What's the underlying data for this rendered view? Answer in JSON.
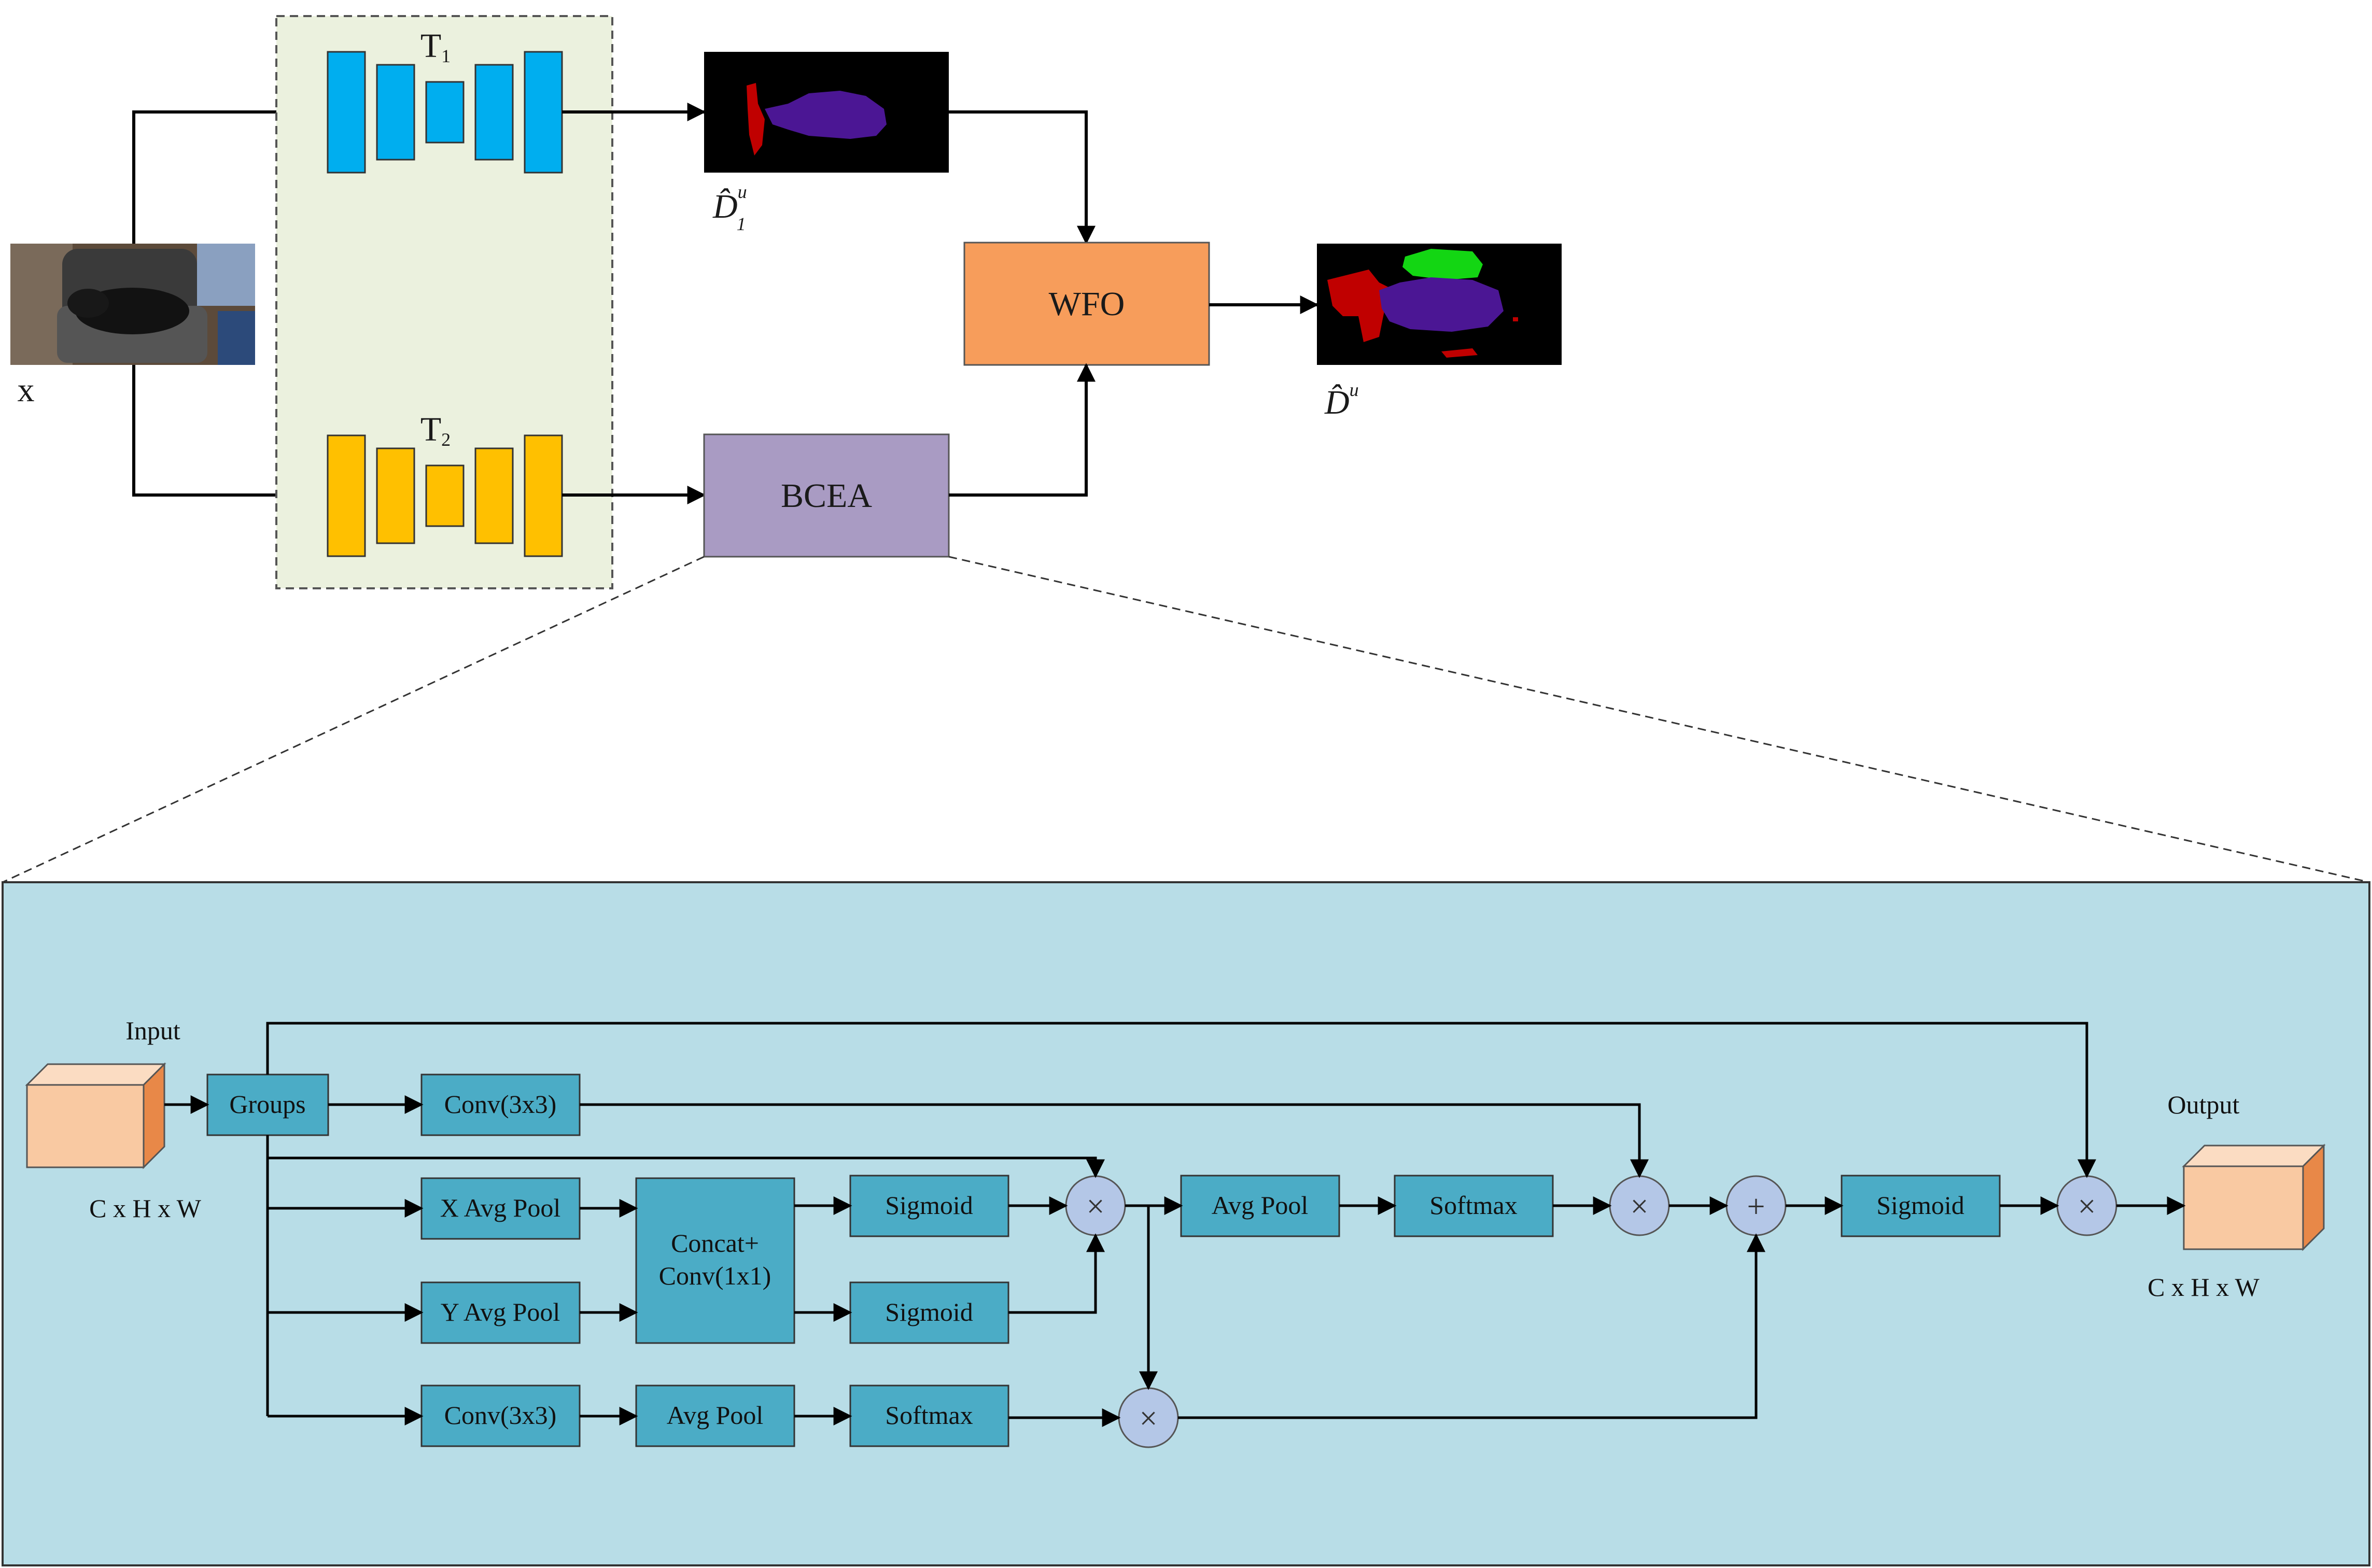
{
  "top": {
    "input_label": "x",
    "teacher1_label": "T",
    "teacher1_sub": "1",
    "teacher2_label": "T",
    "teacher2_sub": "2",
    "pred1_label": "D̂",
    "pred1_sup": "u",
    "pred1_sub": "1",
    "fused_label": "D̂",
    "fused_sup": "u",
    "wfo_label": "WFO",
    "bcea_label": "BCEA"
  },
  "bcea": {
    "input_title": "Input",
    "input_dims": "C x H x W",
    "output_title": "Output",
    "output_dims": "C x H x W",
    "groups": "Groups",
    "conv_top": "Conv(3x3)",
    "x_avg_pool": "X Avg Pool",
    "y_avg_pool": "Y Avg Pool",
    "concat_line1": "Concat+",
    "concat_line2": "Conv(1x1)",
    "sigmoid_1": "Sigmoid",
    "sigmoid_2": "Sigmoid",
    "avg_pool_1": "Avg Pool",
    "softmax_1": "Softmax",
    "sigmoid_3": "Sigmoid",
    "conv_bottom": "Conv(3x3)",
    "avg_pool_2": "Avg Pool",
    "softmax_2": "Softmax",
    "mul_symbol": "×",
    "add_symbol": "+"
  },
  "colors": {
    "teacher1": "#00AEEF",
    "teacher2": "#FFC000",
    "teacher_panel": "#EBF1DE",
    "wfo": "#F79D5B",
    "bcea": "#A99BC3",
    "module_bg": "#B8DDE7",
    "block": "#4BACC6",
    "operator": "#B4C7E7",
    "cube_face": "#F9C9A2",
    "cube_side": "#E88848"
  }
}
